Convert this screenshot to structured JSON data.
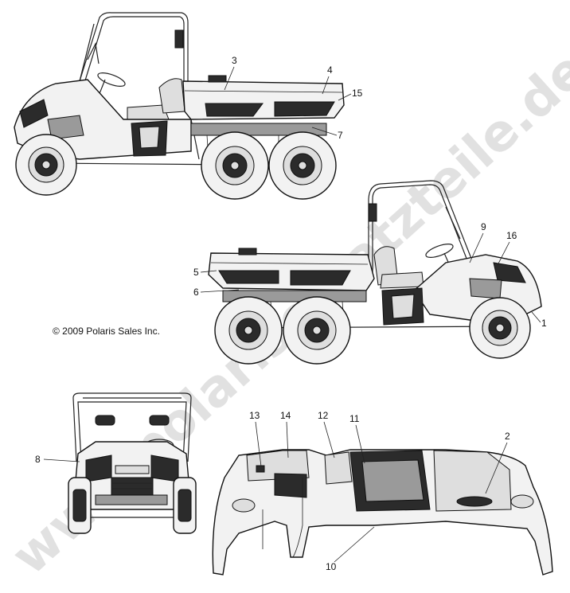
{
  "copyright": "© 2009 Polaris Sales Inc.",
  "watermark": "www.polarisersatzteile.de",
  "callouts": {
    "c1": "1",
    "c2": "2",
    "c3": "3",
    "c4": "4",
    "c5": "5",
    "c6": "6",
    "c7": "7",
    "c8": "8",
    "c9": "9",
    "c10": "10",
    "c11": "11",
    "c12": "12",
    "c13": "13",
    "c14": "14",
    "c15": "15",
    "c16": "16"
  }
}
